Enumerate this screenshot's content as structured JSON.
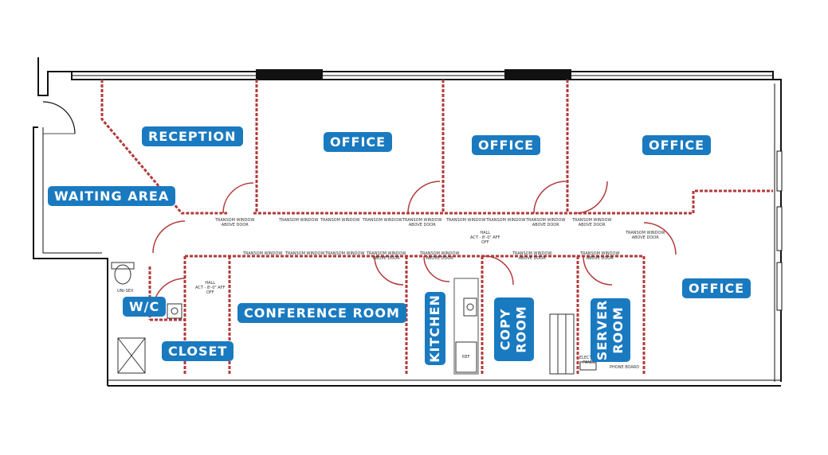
{
  "rooms": {
    "reception": "RECEPTION",
    "waiting_area": "WAITING AREA",
    "office_1": "OFFICE",
    "office_2": "OFFICE",
    "office_3": "OFFICE",
    "office_4": "OFFICE",
    "conference_room": "CONFERENCE ROOM",
    "wc": "W/C",
    "closet": "CLOSET",
    "kitchen": "KITCHEN",
    "copy_room": "COPY\nROOM",
    "server_room": "SERVER\nROOM"
  },
  "notes": {
    "transom_window": "TRANSOM WINDOW",
    "transom_window_above_door": "TRANSOM WINDOW\nABOVE DOOR",
    "hall_1": "HALL\nACT - 8'-0\" AFF\nOFF",
    "hall_2": "HALL\nACT - 8'-0\" AFF\nOFF",
    "unisex": "UNI-SEX",
    "ref": "REF",
    "electric_panel": "ELECTRIC\nPANEL",
    "phone_board": "PHONE BOARD"
  },
  "colors": {
    "label_bg": "#1a7ac0",
    "label_text": "#ffffff",
    "wall": "#111111",
    "partition": "#b23a3a"
  }
}
